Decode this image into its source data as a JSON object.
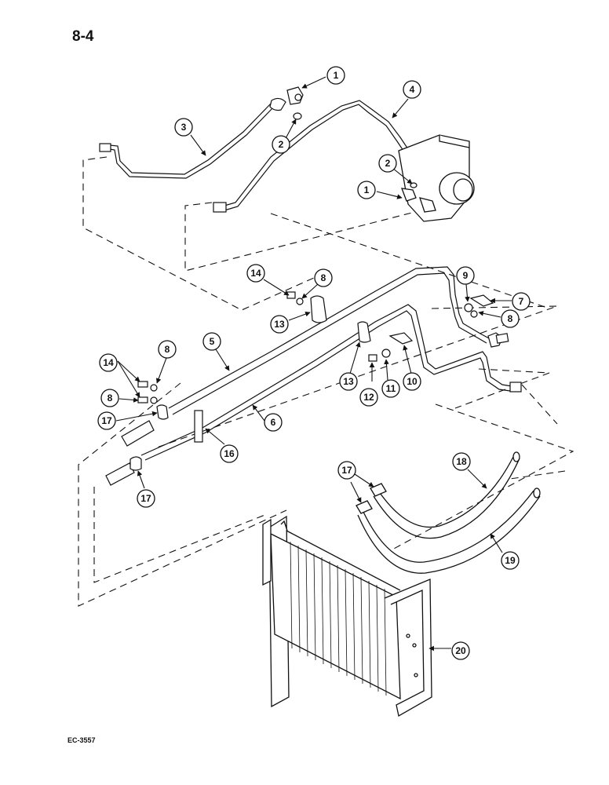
{
  "page": {
    "number": "8-4",
    "footer_code": "EC-3557"
  },
  "callouts": [
    {
      "id": "c1a",
      "label": "1"
    },
    {
      "id": "c2a",
      "label": "2"
    },
    {
      "id": "c3",
      "label": "3"
    },
    {
      "id": "c4",
      "label": "4"
    },
    {
      "id": "c2b",
      "label": "2"
    },
    {
      "id": "c1b",
      "label": "1"
    },
    {
      "id": "c14a",
      "label": "14"
    },
    {
      "id": "c8a",
      "label": "8"
    },
    {
      "id": "c13a",
      "label": "13"
    },
    {
      "id": "c9",
      "label": "9"
    },
    {
      "id": "c7",
      "label": "7"
    },
    {
      "id": "c8b",
      "label": "8"
    },
    {
      "id": "c14b",
      "label": "14"
    },
    {
      "id": "c8c",
      "label": "8"
    },
    {
      "id": "c5",
      "label": "5"
    },
    {
      "id": "c8d",
      "label": "8"
    },
    {
      "id": "c17a",
      "label": "17"
    },
    {
      "id": "c6",
      "label": "6"
    },
    {
      "id": "c13b",
      "label": "13"
    },
    {
      "id": "c12",
      "label": "12"
    },
    {
      "id": "c11",
      "label": "11"
    },
    {
      "id": "c10",
      "label": "10"
    },
    {
      "id": "c16",
      "label": "16"
    },
    {
      "id": "c17b",
      "label": "17"
    },
    {
      "id": "c17c",
      "label": "17"
    },
    {
      "id": "c18",
      "label": "18"
    },
    {
      "id": "c19",
      "label": "19"
    },
    {
      "id": "c20",
      "label": "20"
    }
  ]
}
